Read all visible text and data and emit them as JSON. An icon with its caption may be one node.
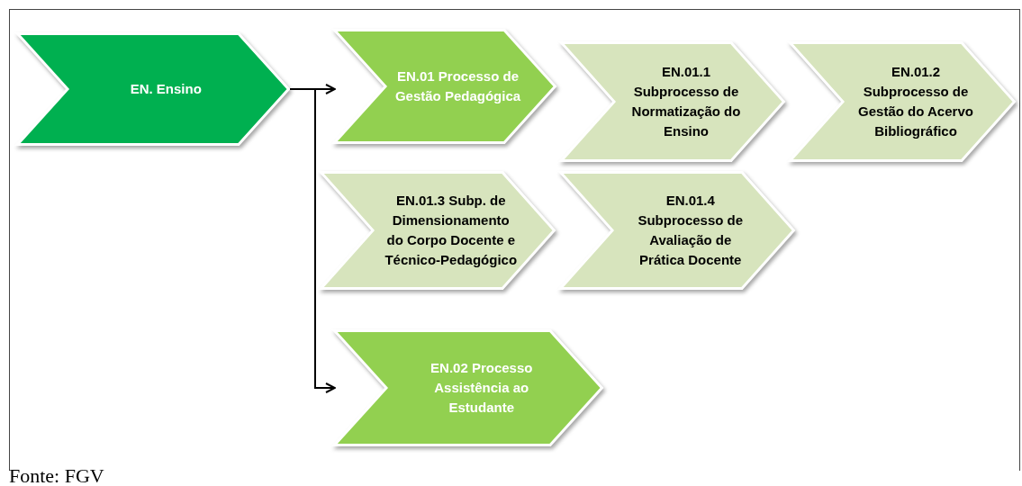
{
  "diagram": {
    "nodes": [
      {
        "text": [
          "EN. Ensino"
        ]
      },
      {
        "text": [
          "EN.01 Processo de Gestão Pedagógica"
        ]
      },
      {
        "text": [
          "EN.01.1 Subprocesso de Normatização do Ensino"
        ]
      },
      {
        "text": [
          "EN.01.2 Subprocesso de Gestão do Acervo Bibliográfico"
        ]
      },
      {
        "text": [
          "EN.01.3 Subp. de Dimensionamento do Corpo Docente e Técnico-Pedagógico"
        ]
      },
      {
        "text": [
          "EN.01.4 Subprocesso de Avaliação de Prática Docente"
        ]
      },
      {
        "text": [
          "EN.02 Processo Assistência ao Estudante"
        ]
      }
    ],
    "edges": [
      {
        "from": 0,
        "to": 1,
        "arrow": "to"
      },
      {
        "from": 0,
        "to": 6,
        "arrow": "to"
      }
    ],
    "caption": "Fonte: FGV"
  }
}
